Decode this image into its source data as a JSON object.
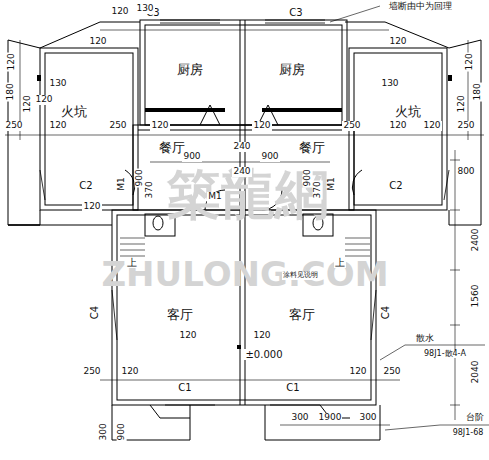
{
  "diagram": {
    "nodes": [
      {
        "text": [
          "厨房"
        ]
      },
      {
        "text": [
          "厨房"
        ]
      },
      {
        "text": [
          "火坑"
        ]
      },
      {
        "text": [
          "火坑"
        ]
      },
      {
        "text": [
          "餐厅"
        ]
      },
      {
        "text": [
          "餐厅"
        ]
      },
      {
        "text": [
          "客厅"
        ]
      },
      {
        "text": [
          "客厅"
        ]
      }
    ],
    "labels": [
      "墙断由中为回理",
      "C3",
      "C3",
      "120",
      "130",
      "120",
      "120",
      "180",
      "120",
      "130",
      "120",
      "250",
      "120",
      "250",
      "120",
      "120",
      "250",
      "120",
      "120",
      "250",
      "120",
      "130",
      "120",
      "180",
      "120",
      "900",
      "240",
      "900",
      "240",
      "900",
      "370",
      "900",
      "370",
      "M1",
      "M1",
      "M1",
      "C2",
      "C2",
      "800",
      "120",
      "上",
      "上",
      "2400",
      "1560",
      "2040",
      "C4",
      "C4",
      "120",
      "120",
      "±0.000",
      "散水",
      "98J1-散4-A",
      "250",
      "120",
      "120",
      "250",
      "C1",
      "C1",
      "300",
      "900",
      "300",
      "1900",
      "300",
      "台阶",
      "98J1-68",
      "涂料见说明",
      "築龍網",
      "ZHULONG.COM"
    ]
  }
}
